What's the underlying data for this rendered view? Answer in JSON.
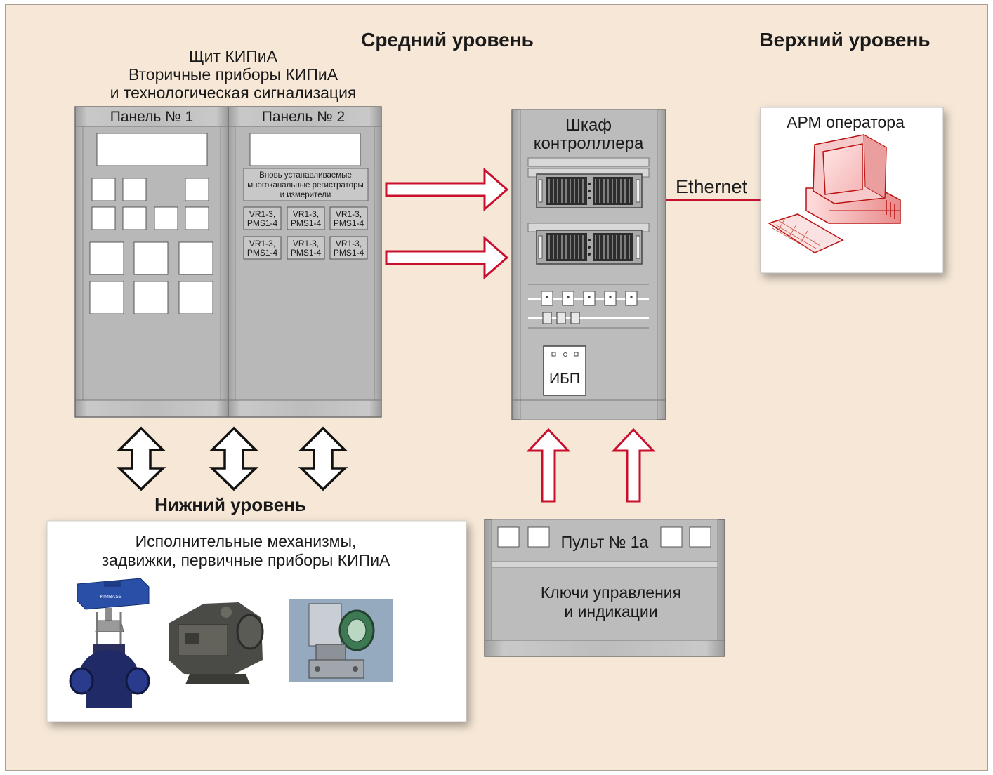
{
  "levels": {
    "middle": "Средний уровень",
    "upper": "Верхний уровень",
    "lower": "Нижний уровень"
  },
  "shield": {
    "title_lines": [
      "Щит КИПиА",
      "Вторичные приборы КИПиА",
      "и технологическая сигнализация"
    ],
    "panel1_label": "Панель № 1",
    "panel2_label": "Панель № 2",
    "recorders_note_lines": [
      "Вновь устанавливаемые",
      "многоканальные регистраторы",
      "и измерители"
    ],
    "recorder_line1": "VR1-3,",
    "recorder_line2": "PMS1-4"
  },
  "controller_cabinet": {
    "title_lines": [
      "Шкаф",
      "контролллера"
    ],
    "ups_label": "ИБП"
  },
  "network": {
    "link_label": "Ethernet"
  },
  "operator_station": {
    "label": "АРМ оператора"
  },
  "field_devices": {
    "title_lines": [
      "Исполнительные механизмы,",
      "задвижки, первичные приборы КИПиА"
    ],
    "valve_brand": "KIMBASS"
  },
  "console": {
    "label": "Пульт № 1а",
    "keys_lines": [
      "Ключи управления",
      "и индикации"
    ]
  },
  "colors": {
    "background": "#f6e7d6",
    "panel_gray": "#bdbdbd",
    "arrow_red": "#c8102e",
    "link_red": "#c8102e"
  }
}
